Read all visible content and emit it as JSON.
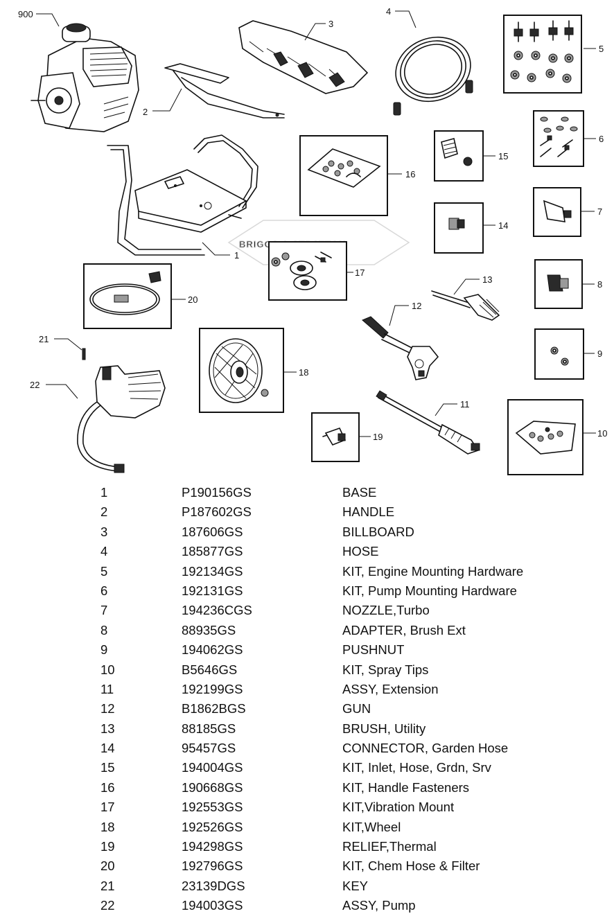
{
  "diagram": {
    "callouts": [
      "900",
      "1",
      "2",
      "3",
      "4",
      "5",
      "6",
      "7",
      "8",
      "9",
      "10",
      "11",
      "12",
      "13",
      "14",
      "15",
      "16",
      "17",
      "18",
      "19",
      "20",
      "21",
      "22"
    ],
    "watermark": "BRIGGS & STRATTON"
  },
  "parts": [
    {
      "ref": "1",
      "part_number": "P190156GS",
      "description": "BASE"
    },
    {
      "ref": "2",
      "part_number": "P187602GS",
      "description": "HANDLE"
    },
    {
      "ref": "3",
      "part_number": "187606GS",
      "description": "BILLBOARD"
    },
    {
      "ref": "4",
      "part_number": "185877GS",
      "description": "HOSE"
    },
    {
      "ref": "5",
      "part_number": "192134GS",
      "description": "KIT, Engine Mounting Hardware"
    },
    {
      "ref": "6",
      "part_number": "192131GS",
      "description": "KIT, Pump Mounting Hardware"
    },
    {
      "ref": "7",
      "part_number": "194236CGS",
      "description": "NOZZLE,Turbo"
    },
    {
      "ref": "8",
      "part_number": "88935GS",
      "description": "ADAPTER, Brush Ext"
    },
    {
      "ref": "9",
      "part_number": "194062GS",
      "description": "PUSHNUT"
    },
    {
      "ref": "10",
      "part_number": "B5646GS",
      "description": "KIT, Spray Tips"
    },
    {
      "ref": "11",
      "part_number": "192199GS",
      "description": "ASSY, Extension"
    },
    {
      "ref": "12",
      "part_number": "B1862BGS",
      "description": "GUN"
    },
    {
      "ref": "13",
      "part_number": "88185GS",
      "description": "BRUSH, Utility"
    },
    {
      "ref": "14",
      "part_number": "95457GS",
      "description": "CONNECTOR, Garden Hose"
    },
    {
      "ref": "15",
      "part_number": "194004GS",
      "description": "KIT, Inlet, Hose, Grdn, Srv"
    },
    {
      "ref": "16",
      "part_number": "190668GS",
      "description": "KIT, Handle Fasteners"
    },
    {
      "ref": "17",
      "part_number": "192553GS",
      "description": "KIT,Vibration Mount"
    },
    {
      "ref": "18",
      "part_number": "192526GS",
      "description": "KIT,Wheel"
    },
    {
      "ref": "19",
      "part_number": "194298GS",
      "description": "RELIEF,Thermal"
    },
    {
      "ref": "20",
      "part_number": "192796GS",
      "description": "KIT, Chem Hose & Filter"
    },
    {
      "ref": "21",
      "part_number": "23139DGS",
      "description": "KEY"
    },
    {
      "ref": "22",
      "part_number": "194003GS",
      "description": "ASSY, Pump"
    }
  ]
}
